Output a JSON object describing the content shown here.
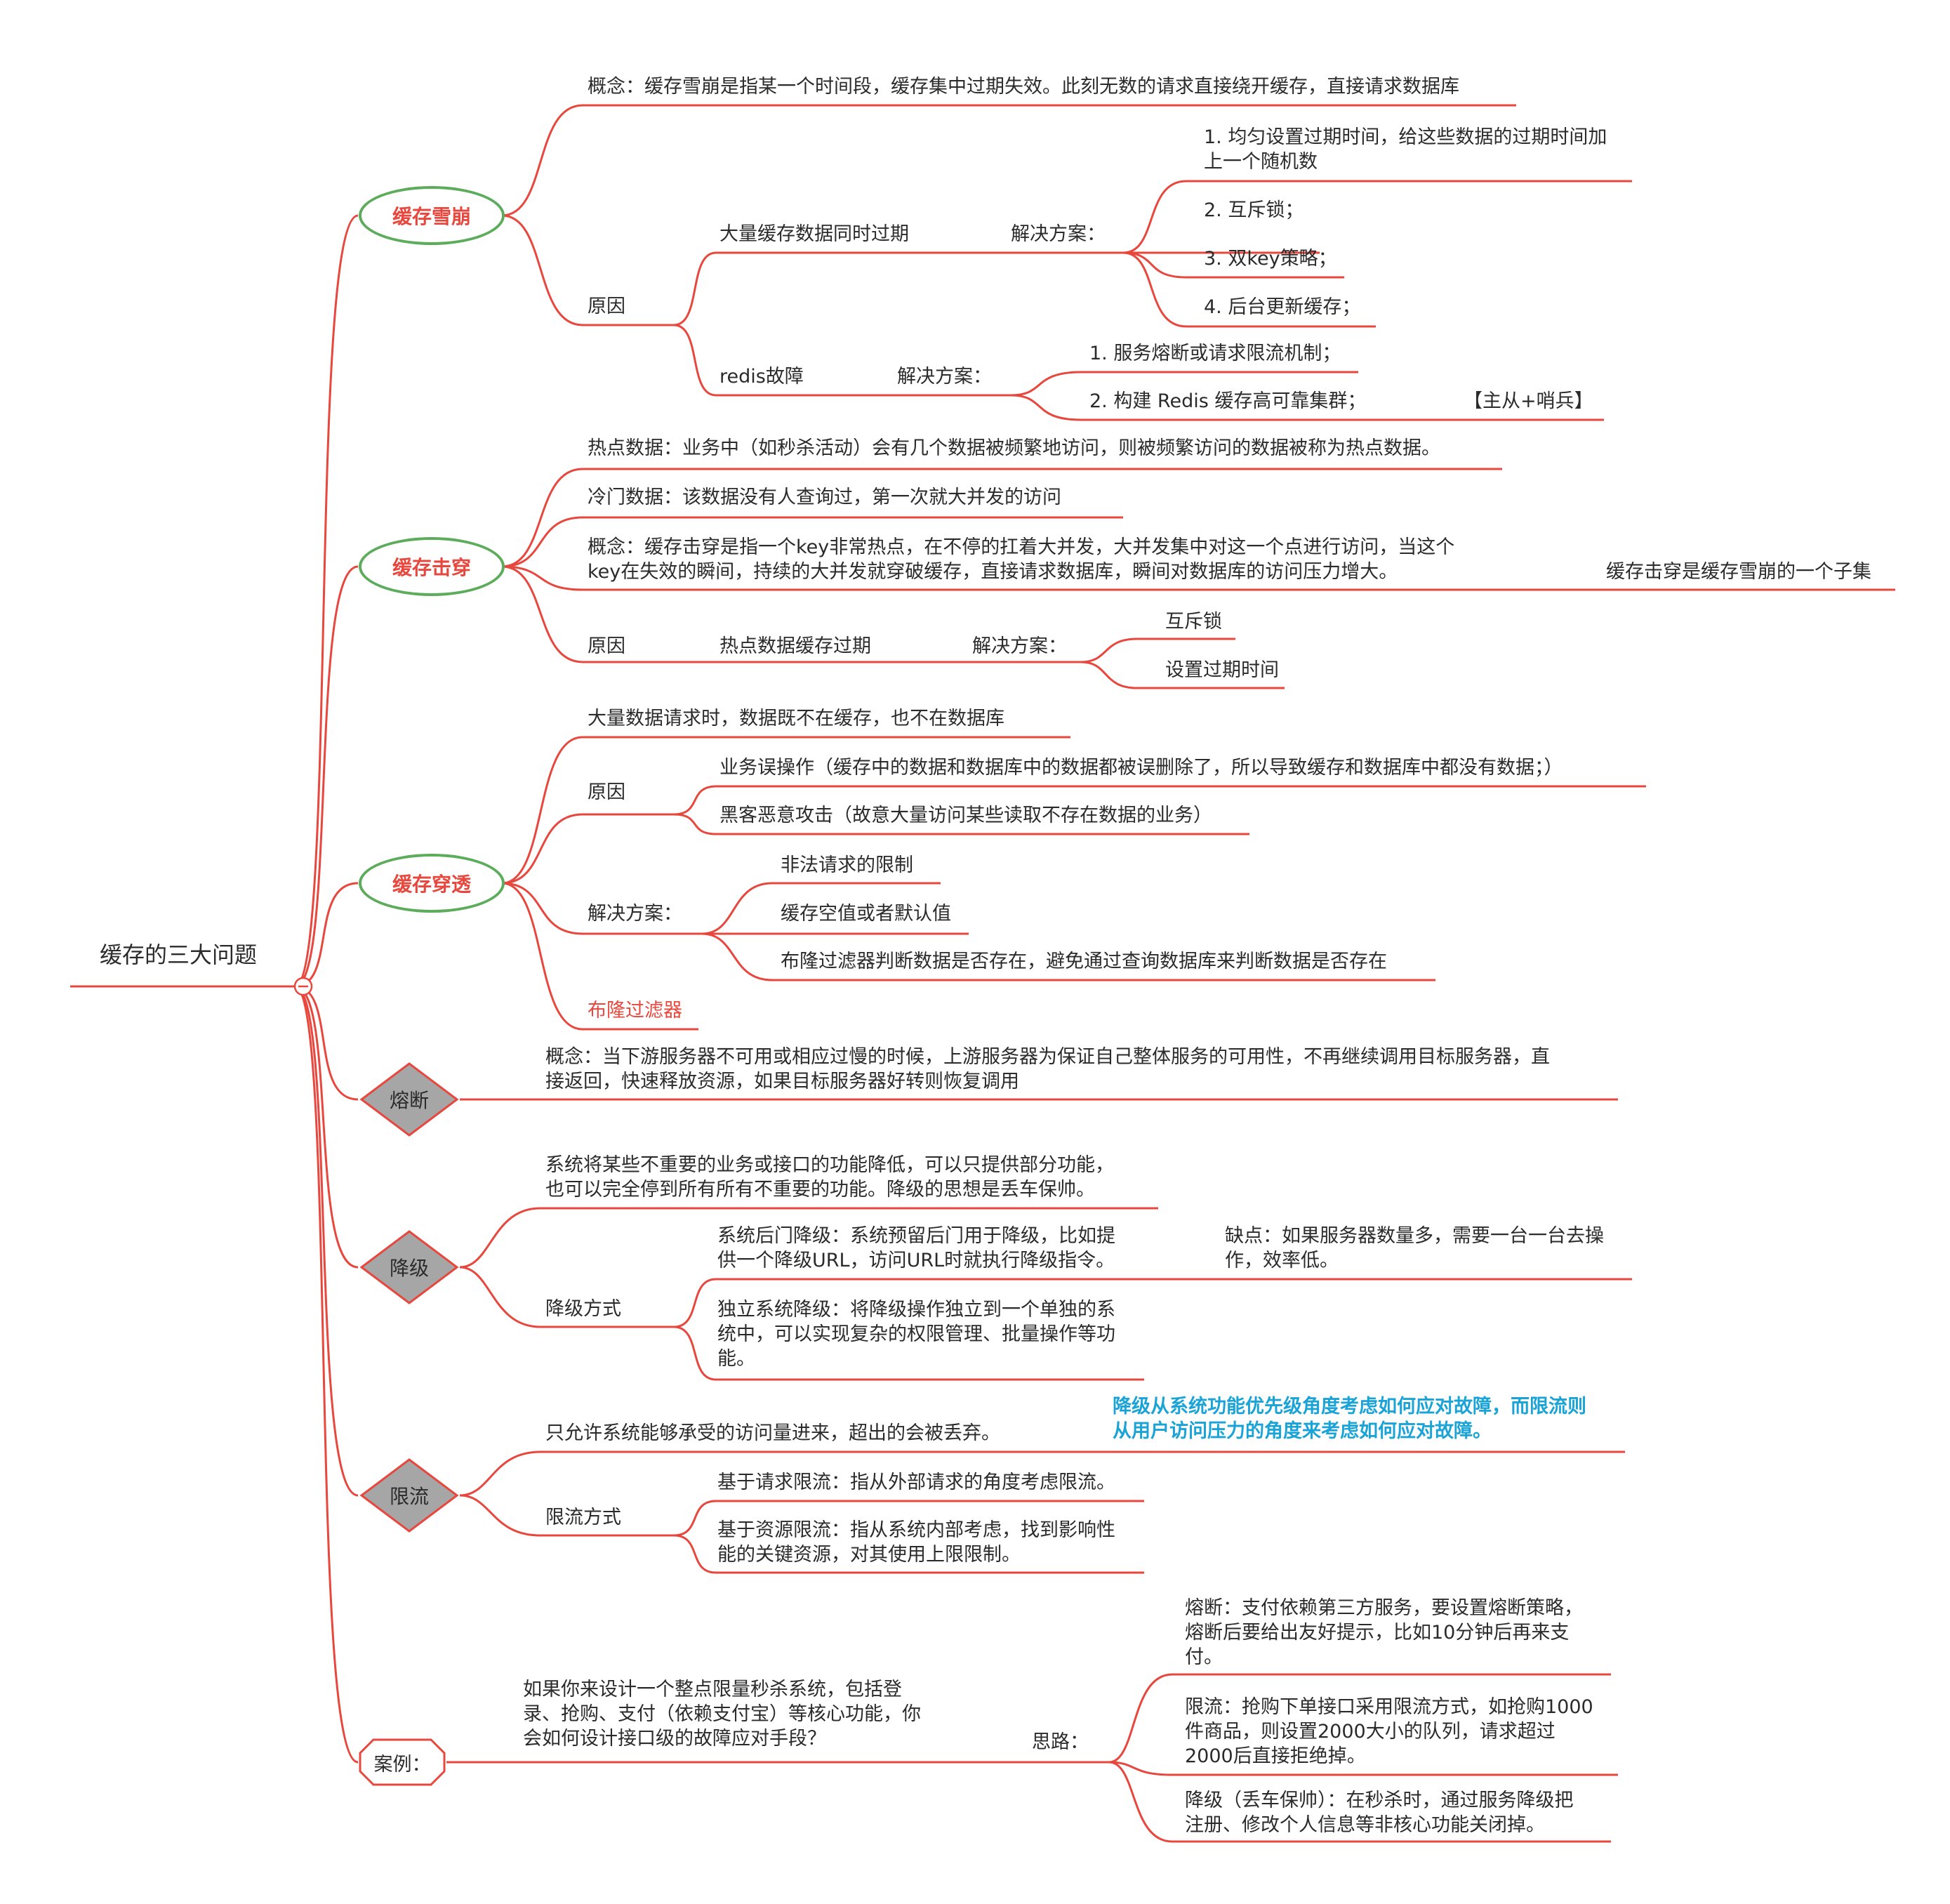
{
  "root": {
    "label": "缓存的三大问题"
  },
  "avalanche": {
    "label": "缓存雪崩",
    "concept": "概念：缓存雪崩是指某一个时间段，缓存集中过期失效。此刻无数的请求直接绕开缓存，直接请求数据库",
    "cause_label": "原因",
    "expire": {
      "label": "大量缓存数据同时过期",
      "solution_label": "解决方案：",
      "solutions": [
        "1. 均匀设置过期时间，给这些数据的过期时间加",
        "上一个随机数",
        "2. 互斥锁；",
        "3. 双key策略；",
        "4. 后台更新缓存；"
      ]
    },
    "redis": {
      "label": "redis故障",
      "solution_label": "解决方案：",
      "solutions": [
        "1. 服务熔断或请求限流机制；",
        "2. 构建 Redis 缓存高可靠集群；"
      ],
      "note": "【主从+哨兵】"
    }
  },
  "breakdown": {
    "label": "缓存击穿",
    "hot": "热点数据：业务中（如秒杀活动）会有几个数据被频繁地访问，则被频繁访问的数据被称为热点数据。",
    "cold": "冷门数据：该数据没有人查询过，第一次就大并发的访问",
    "concept": [
      "概念：缓存击穿是指一个key非常热点，在不停的扛着大并发，大并发集中对这一个点进行访问，当这个",
      "key在失效的瞬间，持续的大并发就穿破缓存，直接请求数据库，瞬间对数据库的访问压力增大。"
    ],
    "note": "缓存击穿是缓存雪崩的一个子集",
    "cause_label": "原因",
    "cause": "热点数据缓存过期",
    "solution_label": "解决方案：",
    "solutions": [
      "互斥锁",
      "设置过期时间"
    ]
  },
  "penetration": {
    "label": "缓存穿透",
    "desc": "大量数据请求时，数据既不在缓存，也不在数据库",
    "cause_label": "原因",
    "causes": [
      "业务误操作（缓存中的数据和数据库中的数据都被误删除了，所以导致缓存和数据库中都没有数据；）",
      "黑客恶意攻击（故意大量访问某些读取不存在数据的业务）"
    ],
    "solution_label": "解决方案：",
    "solutions": [
      "非法请求的限制",
      "缓存空值或者默认值",
      "布隆过滤器判断数据是否存在，避免通过查询数据库来判断数据是否存在"
    ],
    "bloom": "布隆过滤器"
  },
  "fuse": {
    "label": "熔断",
    "concept": [
      "概念：当下游服务器不可用或相应过慢的时候，上游服务器为保证自己整体服务的可用性，不再继续调用目标服务器，直",
      "接返回，快速释放资源，如果目标服务器好转则恢复调用"
    ]
  },
  "degrade": {
    "label": "降级",
    "desc": [
      "系统将某些不重要的业务或接口的功能降低，可以只提供部分功能，",
      "也可以完全停到所有所有不重要的功能。降级的思想是丢车保帅。"
    ],
    "mode_label": "降级方式",
    "backdoor": [
      "系统后门降级：系统预留后门用于降级，比如提",
      "供一个降级URL，访问URL时就执行降级指令。"
    ],
    "drawback": [
      "缺点：如果服务器数量多，需要一台一台去操",
      "作，效率低。"
    ],
    "independent": [
      "独立系统降级：将降级操作独立到一个单独的系",
      "统中，可以实现复杂的权限管理、批量操作等功",
      "能。"
    ]
  },
  "limit": {
    "label": "限流",
    "desc": "只允许系统能够承受的访问量进来，超出的会被丢弃。",
    "compare": [
      "降级从系统功能优先级角度考虑如何应对故障，而限流则",
      "从用户访问压力的角度来考虑如何应对故障。"
    ],
    "mode_label": "限流方式",
    "request": "基于请求限流：指从外部请求的角度考虑限流。",
    "resource": [
      "基于资源限流：指从系统内部考虑，找到影响性",
      "能的关键资源，对其使用上限限制。"
    ]
  },
  "case": {
    "label": "案例：",
    "question": [
      "如果你来设计一个整点限量秒杀系统，包括登",
      "录、抢购、支付（依赖支付宝）等核心功能，你",
      "会如何设计接口级的故障应对手段？"
    ],
    "idea_label": "思路：",
    "fuse": [
      "熔断：支付依赖第三方服务，要设置熔断策略，",
      "熔断后要给出友好提示，比如10分钟后再来支",
      "付。"
    ],
    "limit": [
      "限流：抢购下单接口采用限流方式，如抢购1000",
      "件商品，则设置2000大小的队列，请求超过",
      "2000后直接拒绝掉。"
    ],
    "degrade": [
      "降级（丢车保帅）：在秒杀时，通过服务降级把",
      "注册、修改个人信息等非核心功能关闭掉。"
    ]
  },
  "colors": {
    "line": "#e8473d",
    "oval_border": "#5cac5c",
    "diamond_fill": "#a6a6a6",
    "note_blue": "#1aa3d6"
  },
  "icons": {
    "collapse": "minus-circle-icon"
  }
}
